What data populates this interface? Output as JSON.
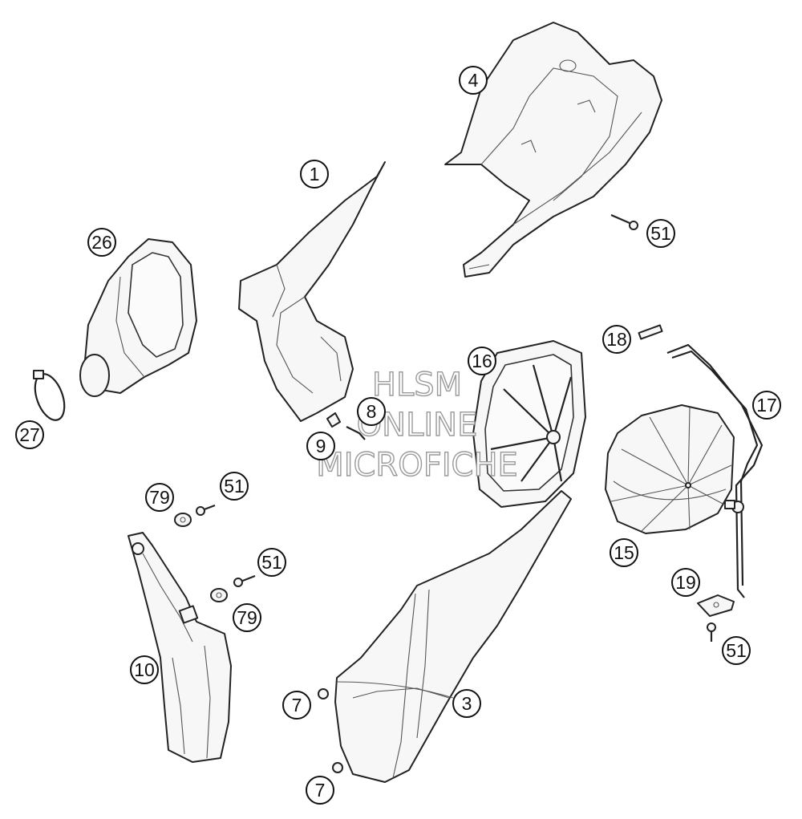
{
  "callouts": [
    {
      "id": "c1",
      "label": "1"
    },
    {
      "id": "c4",
      "label": "4"
    },
    {
      "id": "c51a",
      "label": "51"
    },
    {
      "id": "c26",
      "label": "26"
    },
    {
      "id": "c16",
      "label": "16"
    },
    {
      "id": "c18",
      "label": "18"
    },
    {
      "id": "c17",
      "label": "17"
    },
    {
      "id": "c8",
      "label": "8"
    },
    {
      "id": "c9",
      "label": "9"
    },
    {
      "id": "c27",
      "label": "27"
    },
    {
      "id": "c79a",
      "label": "79"
    },
    {
      "id": "c51b",
      "label": "51"
    },
    {
      "id": "c51c",
      "label": "51"
    },
    {
      "id": "c79b",
      "label": "79"
    },
    {
      "id": "c15",
      "label": "15"
    },
    {
      "id": "c19",
      "label": "19"
    },
    {
      "id": "c51d",
      "label": "51"
    },
    {
      "id": "c10",
      "label": "10"
    },
    {
      "id": "c3",
      "label": "3"
    },
    {
      "id": "c7a",
      "label": "7"
    },
    {
      "id": "c7b",
      "label": "7"
    }
  ],
  "watermark": {
    "line1": "HLSM",
    "line2": "ONLINE",
    "line3": "MICROFICHE"
  }
}
